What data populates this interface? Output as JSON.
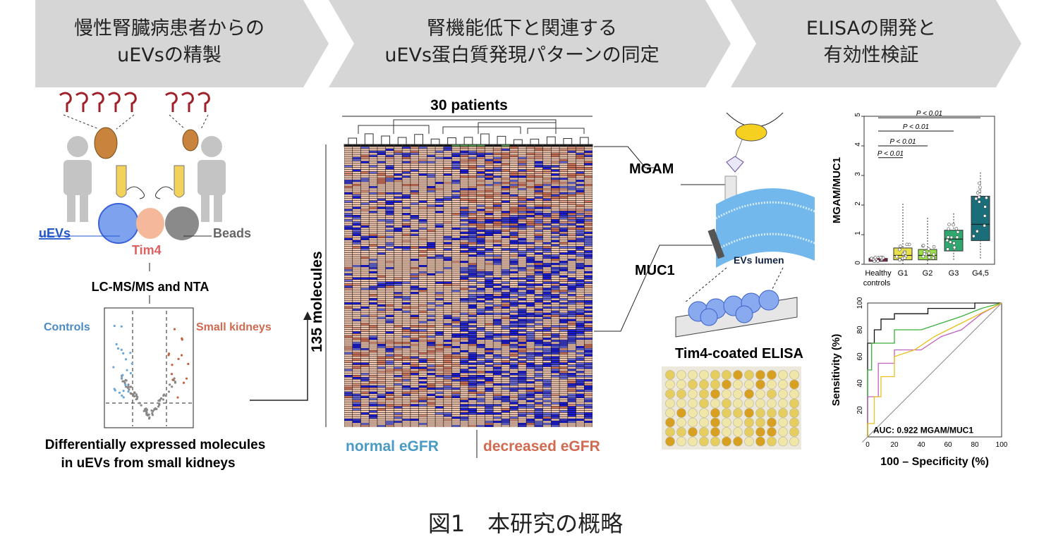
{
  "steps": [
    {
      "line1": "慢性腎臓病患者からの",
      "line2": "uEVsの精製"
    },
    {
      "line1": "腎機能低下と関連する",
      "line2": "uEVs蛋白質発現パターンの同定"
    },
    {
      "line1": "ELISAの開発と",
      "line2": "有効性検証"
    }
  ],
  "panel1": {
    "uevs_label": "uEVs",
    "tim4_label": "Tim4",
    "beads_label": "Beads",
    "method_label": "LC-MS/MS and NTA",
    "controls_label": "Controls",
    "small_kidneys_label": "Small kidneys",
    "caption_line1": "Differentially expressed molecules",
    "caption_line2": "in uEVs from small kidneys"
  },
  "panel2": {
    "patients_label": "30 patients",
    "molecules_label": "135 molecules",
    "normal_label": "normal eGFR",
    "decreased_label": "decreased eGFR"
  },
  "panel3": {
    "mgam_label": "MGAM",
    "muc1_label": "MUC1",
    "lumen_label": "EVs lumen",
    "elisa_label": "Tim4-coated ELISA"
  },
  "boxplot": {
    "ylabel": "MGAM/MUC1",
    "yticks": [
      "0",
      "1",
      "2",
      "3",
      "4",
      "5"
    ],
    "groups": [
      "Healthy",
      "G1",
      "G2",
      "G3",
      "G4,5"
    ],
    "group_sub": "controls",
    "pvalues": [
      "P < 0.01",
      "P < 0.01",
      "P < 0.01",
      "P < 0.01"
    ],
    "colors": [
      "#c0307a",
      "#e8e14a",
      "#9be04a",
      "#2ea86e",
      "#1a6e7a"
    ]
  },
  "roc": {
    "ylabel": "Sensitivity (%)",
    "xlabel": "100 – Specificity (%)",
    "ticks": [
      "0",
      "20",
      "40",
      "60",
      "80",
      "100"
    ],
    "auc_label": "AUC: 0.922 MGAM/MUC1"
  },
  "figure_caption": "図1　本研究の概略"
}
